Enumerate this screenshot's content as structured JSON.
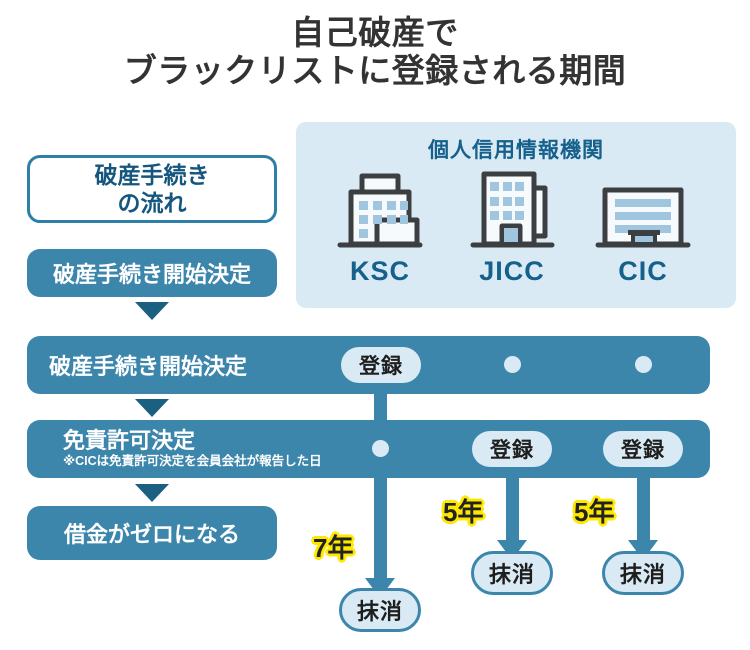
{
  "title": {
    "line1": "自己破産で",
    "line2": "ブラックリストに登録される期間"
  },
  "agencies_panel": {
    "heading": "個人信用情報機関",
    "items": [
      {
        "label": "KSC",
        "icon": "office-building-icon"
      },
      {
        "label": "JICC",
        "icon": "office-building-icon"
      },
      {
        "label": "CIC",
        "icon": "office-building-icon"
      }
    ]
  },
  "flow": {
    "head_line1": "破産手続き",
    "head_line2": "の流れ",
    "step1": "破産手続き開始決定"
  },
  "rows": [
    {
      "label": "破産手続き開始決定",
      "note": "",
      "marks": [
        "登録",
        "dot",
        "dot"
      ]
    },
    {
      "label": "免責許可決定",
      "note": "※CICは免責許可決定を会員会社が報告した日",
      "marks": [
        "dot",
        "登録",
        "登録"
      ]
    },
    {
      "label": "借金がゼロになる",
      "note": "",
      "marks": []
    }
  ],
  "outcomes": [
    {
      "agency": "KSC",
      "duration": "7年",
      "end_label": "抹消"
    },
    {
      "agency": "JICC",
      "duration": "5年",
      "end_label": "抹消"
    },
    {
      "agency": "CIC",
      "duration": "5年",
      "end_label": "抹消"
    }
  ],
  "colors": {
    "band": "#3c86ac",
    "panel": "#daeaf4",
    "heading": "#16618c",
    "arrow_dark": "#1b5f81",
    "year_highlight": "#ffe800",
    "title": "#333333"
  }
}
